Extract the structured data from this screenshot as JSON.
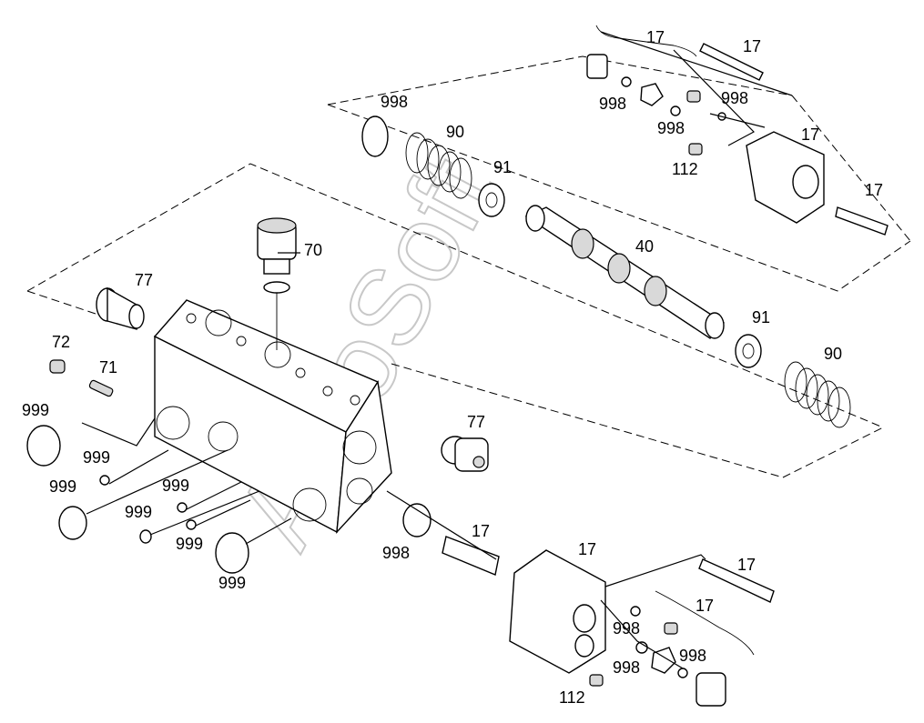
{
  "watermark": "AutoSoft",
  "callouts": [
    {
      "id": "c17a",
      "text": "17"
    },
    {
      "id": "c17b",
      "text": "17"
    },
    {
      "id": "c17c",
      "text": "17"
    },
    {
      "id": "c17d",
      "text": "17"
    },
    {
      "id": "c17e",
      "text": "17"
    },
    {
      "id": "c17f",
      "text": "17"
    },
    {
      "id": "c17g",
      "text": "17"
    },
    {
      "id": "c17h",
      "text": "17"
    },
    {
      "id": "c998a",
      "text": "998"
    },
    {
      "id": "c998b",
      "text": "998"
    },
    {
      "id": "c998c",
      "text": "998"
    },
    {
      "id": "c998d",
      "text": "998"
    },
    {
      "id": "c998e",
      "text": "998"
    },
    {
      "id": "c998f",
      "text": "998"
    },
    {
      "id": "c998g",
      "text": "998"
    },
    {
      "id": "c998h",
      "text": "998"
    },
    {
      "id": "c90a",
      "text": "90"
    },
    {
      "id": "c90b",
      "text": "90"
    },
    {
      "id": "c91a",
      "text": "91"
    },
    {
      "id": "c91b",
      "text": "91"
    },
    {
      "id": "c112a",
      "text": "112"
    },
    {
      "id": "c112b",
      "text": "112"
    },
    {
      "id": "c40",
      "text": "40"
    },
    {
      "id": "c70",
      "text": "70"
    },
    {
      "id": "c77a",
      "text": "77"
    },
    {
      "id": "c77b",
      "text": "77"
    },
    {
      "id": "c72",
      "text": "72"
    },
    {
      "id": "c71",
      "text": "71"
    },
    {
      "id": "c999a",
      "text": "999"
    },
    {
      "id": "c999b",
      "text": "999"
    },
    {
      "id": "c999c",
      "text": "999"
    },
    {
      "id": "c999d",
      "text": "999"
    },
    {
      "id": "c999e",
      "text": "999"
    },
    {
      "id": "c999f",
      "text": "999"
    },
    {
      "id": "c999g",
      "text": "999"
    }
  ]
}
